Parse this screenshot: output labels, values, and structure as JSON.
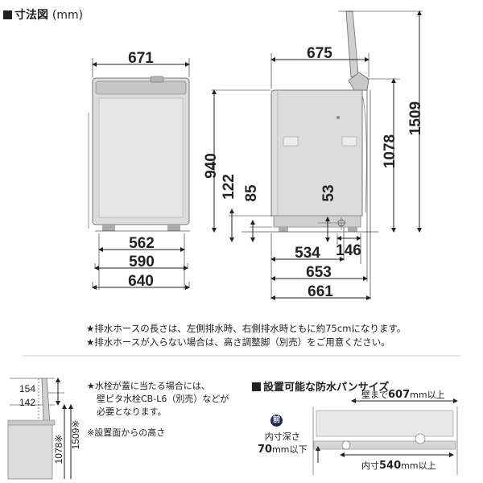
{
  "title": {
    "label": "寸法図",
    "unit": "(mm)"
  },
  "front": {
    "width_top": "671",
    "width_base1": "562",
    "width_base2": "590",
    "width_base3": "640"
  },
  "side": {
    "depth_top": "675",
    "height_body": "940",
    "height_122": "122",
    "height_85": "85",
    "height_53": "53",
    "height_1078": "1078",
    "height_1509": "1509",
    "depth_146": "146",
    "depth_534": "534",
    "depth_653": "653",
    "depth_661": "661"
  },
  "notes": [
    "★排水ホースの長さは、左側排水時、右側排水時ともに約75cmになります。",
    "★排水ホースが入らない場合は、高さ調整脚（別売）をご用意ください。"
  ],
  "faucet": {
    "dim_154": "154",
    "dim_142": "142",
    "dim_1078": "1078※",
    "dim_1509": "1509※",
    "lines": [
      "★水栓が蓋に当たる場合には、",
      "壁ピタ水栓CB-L6（別売）などが",
      "必要となります。"
    ],
    "footnote": "※設置面からの高さ"
  },
  "pan": {
    "heading": "設置可能な防水パンサイズ",
    "front_mark": "前",
    "wall_prefix": "壁まで",
    "wall_value": "607",
    "wall_suffix": "mm以上",
    "depth_label": "内寸深さ",
    "depth_value": "70",
    "depth_suffix": "mm以下",
    "inner_prefix": "内寸",
    "inner_value": "540",
    "inner_suffix": "mm以上"
  },
  "colors": {
    "line": "#222222",
    "body_fill": "#d9d9d9",
    "body_stroke": "#888888",
    "brand": "#1e2a5a"
  }
}
